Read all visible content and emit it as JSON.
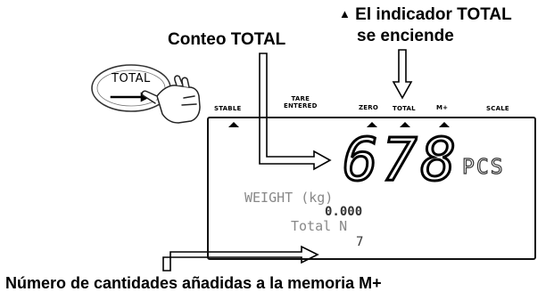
{
  "annotations": {
    "total_count_label": "Conteo TOTAL",
    "indicator_line1": "El indicador TOTAL",
    "indicator_line2": "se enciende",
    "indicator_triangle": "▲",
    "bottom_caption": "Número de cantidades añadidas a la memoria  M+"
  },
  "button": {
    "label": "TOTAL"
  },
  "indicators": {
    "stable": "STABLE",
    "tare_line1": "TARE",
    "tare_line2": "ENTERED",
    "zero": "ZERO",
    "total": "TOTAL",
    "mplus": "M+",
    "scale": "SCALE"
  },
  "display": {
    "count": "678",
    "unit": "PCS",
    "weight_label": "WEIGHT (kg)",
    "weight_value": "0.000",
    "total_label": "Total N",
    "total_value": "7"
  }
}
